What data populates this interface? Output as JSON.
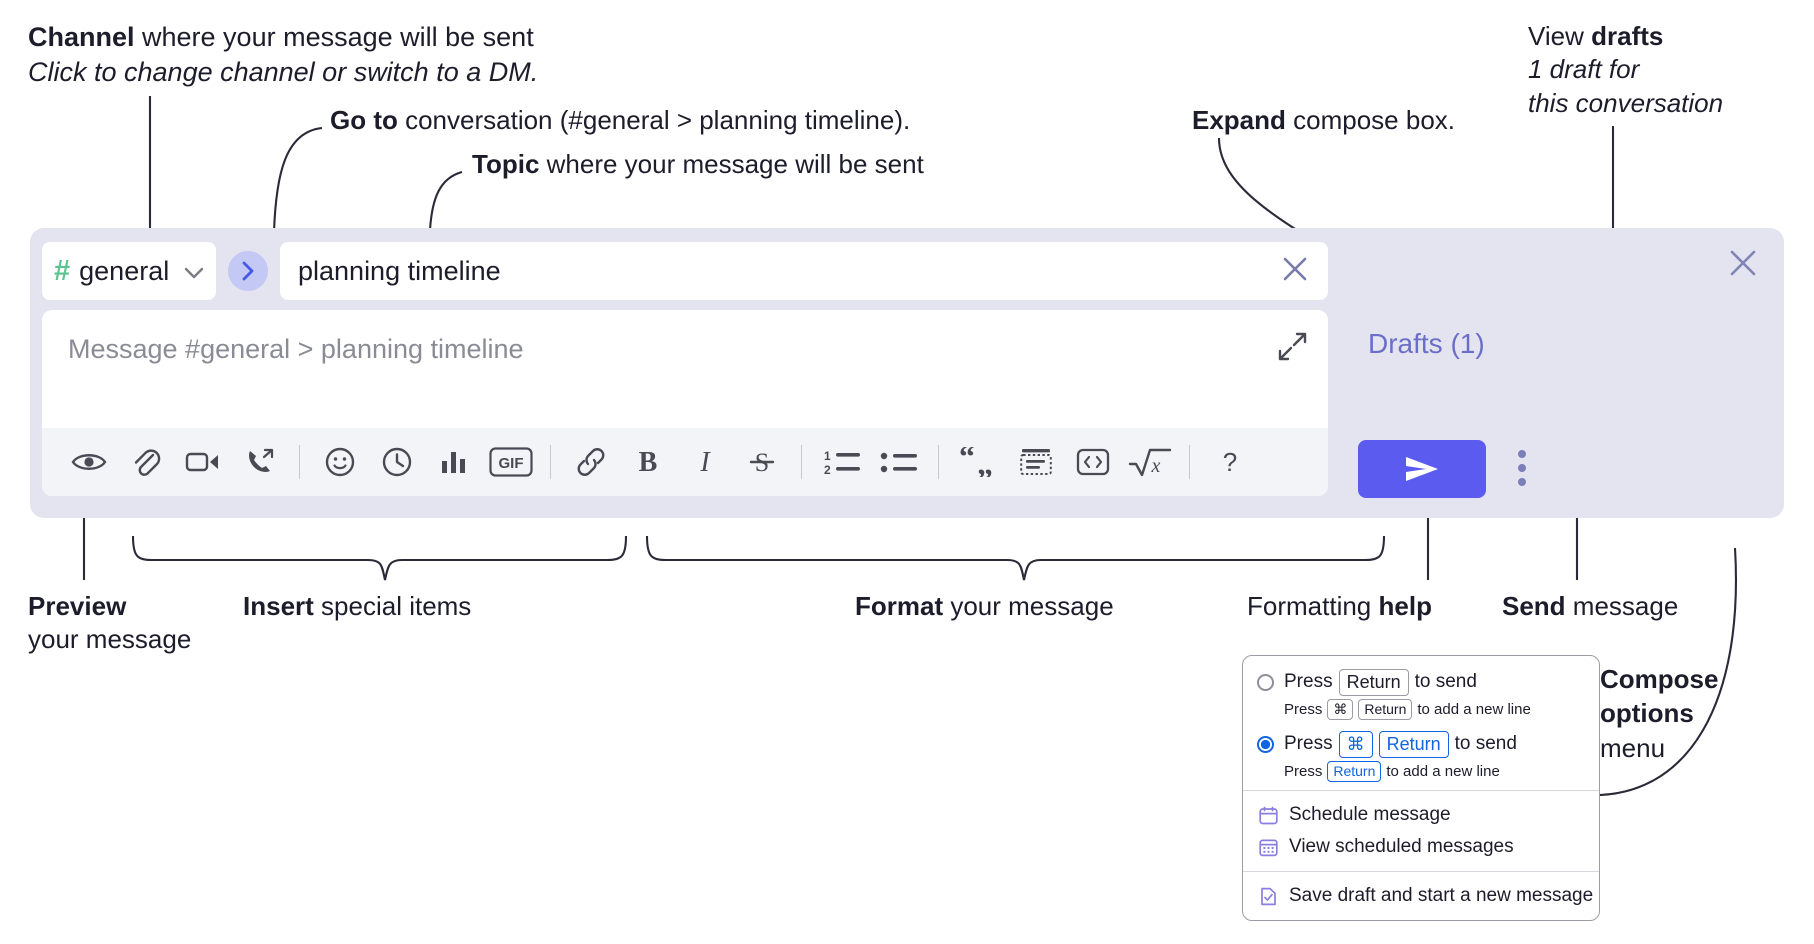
{
  "annotations": {
    "channel": {
      "bold": "Channel",
      "rest": " where your message will be sent",
      "italic": "Click to change channel or switch to a DM."
    },
    "goto": {
      "bold": "Go to",
      "rest": " conversation (#general > planning timeline)."
    },
    "topic": {
      "bold": "Topic",
      "rest": " where your message will be sent"
    },
    "expand": {
      "bold": "Expand",
      "rest": " compose box."
    },
    "drafts": {
      "lead": "View ",
      "bold": "drafts",
      "italic1": "1 draft for",
      "italic2": "this conversation"
    },
    "preview": {
      "bold": "Preview",
      "rest": "your message"
    },
    "insert": {
      "bold": "Insert",
      "rest": " special items"
    },
    "format": {
      "bold": "Format",
      "rest": " your message"
    },
    "help": {
      "lead": "Formatting ",
      "bold": "help"
    },
    "send": {
      "bold": "Send",
      "rest": " message"
    },
    "compose_options": {
      "bold1": "Compose",
      "bold2": "options",
      "rest": "menu"
    }
  },
  "compose": {
    "channel_name": "general",
    "topic_value": "planning timeline",
    "message_placeholder": "Message #general > planning timeline",
    "drafts_label": "Drafts (1)",
    "toolbar": {
      "insert_group": [
        {
          "name": "preview-icon",
          "label": "Preview"
        },
        {
          "name": "attachment-icon",
          "label": "Attach file"
        },
        {
          "name": "video-icon",
          "label": "Video clip"
        },
        {
          "name": "audio-call-icon",
          "label": "Audio clip"
        }
      ],
      "special_group": [
        {
          "name": "emoji-icon",
          "label": "Emoji"
        },
        {
          "name": "clock-icon",
          "label": "Reminder"
        },
        {
          "name": "poll-icon",
          "label": "Poll"
        },
        {
          "name": "gif-icon",
          "label": "GIF"
        }
      ],
      "format_group": [
        {
          "name": "link-icon",
          "label": "Link"
        },
        {
          "name": "bold-icon",
          "label": "B"
        },
        {
          "name": "italic-icon",
          "label": "I"
        },
        {
          "name": "strikethrough-icon",
          "label": "Strikethrough"
        }
      ],
      "list_group": [
        {
          "name": "ordered-list-icon",
          "label": "Ordered list"
        },
        {
          "name": "bulleted-list-icon",
          "label": "Bulleted list"
        }
      ],
      "block_group": [
        {
          "name": "blockquote-icon",
          "label": "Blockquote"
        },
        {
          "name": "code-block-icon",
          "label": "Code block"
        },
        {
          "name": "code-icon",
          "label": "Code"
        },
        {
          "name": "math-icon",
          "label": "Math"
        }
      ],
      "help": {
        "name": "help-icon",
        "label": "?"
      }
    }
  },
  "options_menu": {
    "radio_options": [
      {
        "selected": false,
        "prefix": "Press",
        "key": "Return",
        "suffix": "to send",
        "sub_prefix": "Press",
        "sub_key1": "⌘",
        "sub_key2": "Return",
        "sub_suffix": "to add a new line"
      },
      {
        "selected": true,
        "prefix": "Press",
        "key1": "⌘",
        "key2": "Return",
        "suffix": "to send",
        "sub_prefix": "Press",
        "sub_key1": "Return",
        "sub_suffix": "to add a new line"
      }
    ],
    "items": [
      {
        "icon": "calendar-icon",
        "label": "Schedule message"
      },
      {
        "icon": "calendar-grid-icon",
        "label": "View scheduled messages"
      },
      {
        "icon": "save-draft-icon",
        "label": "Save draft and start a new message"
      }
    ]
  },
  "colors": {
    "compose_bg": "#e3e4f0",
    "send_button": "#5b5bef",
    "hash_green": "#5bc490",
    "goto_circle": "#c3c8f5",
    "drafts_text": "#6b6ec9",
    "radio_blue": "#1264e0"
  }
}
